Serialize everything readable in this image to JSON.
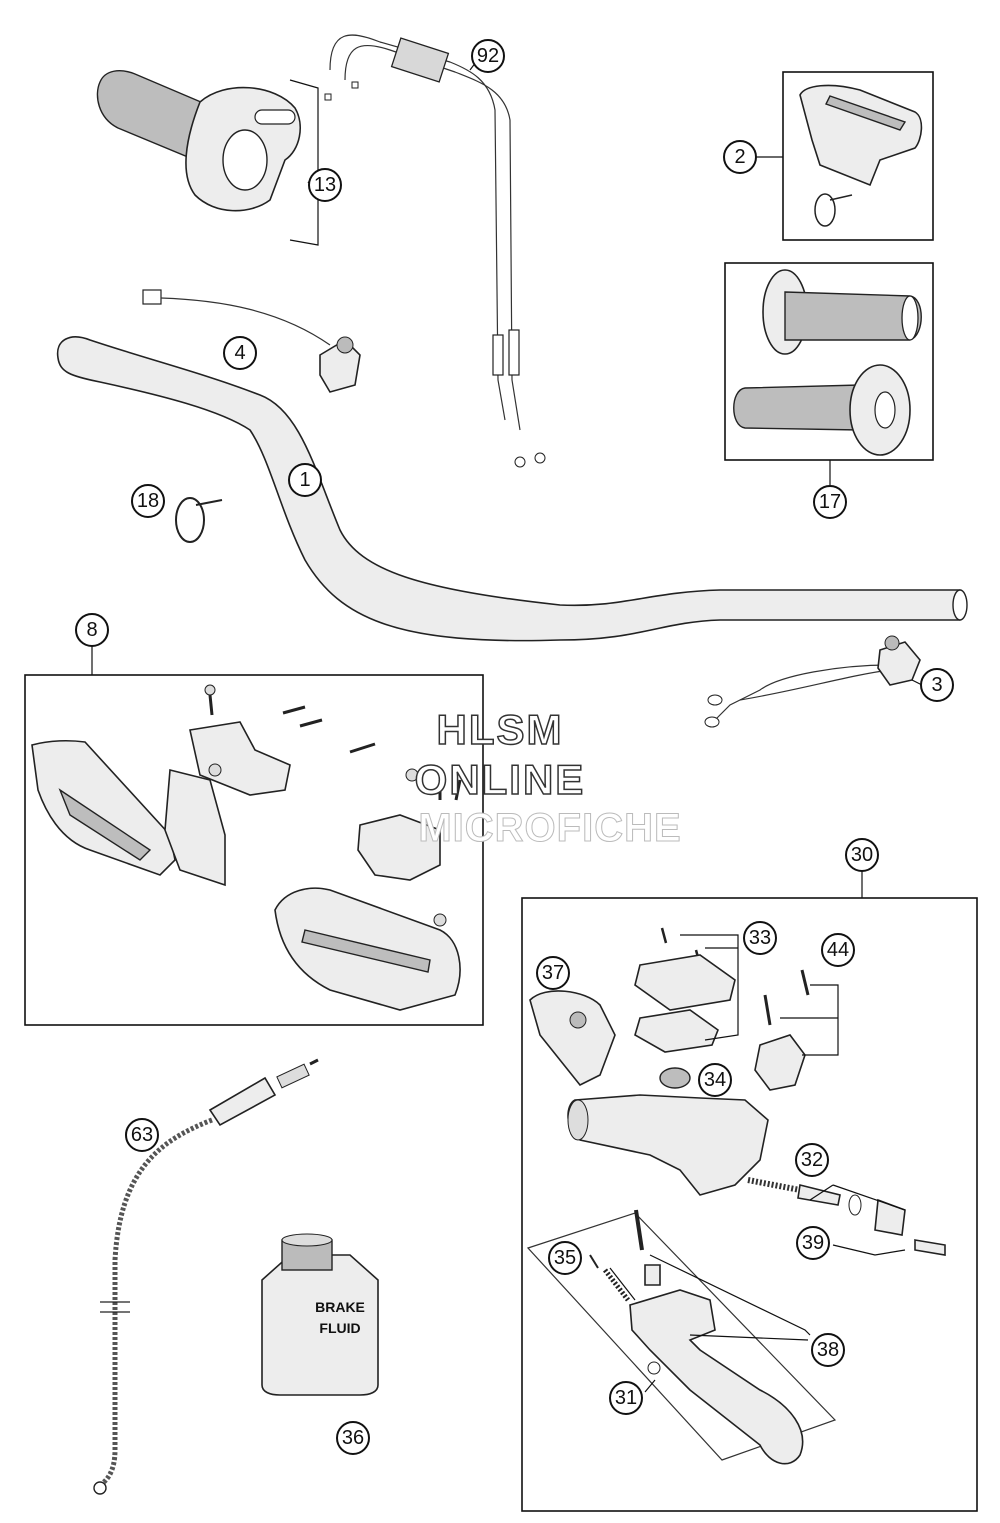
{
  "watermark": {
    "line1": "HLSM",
    "line2": "ONLINE",
    "line3": "MICROFICHE"
  },
  "container_label": {
    "line1": "BRAKE",
    "line2": "FLUID"
  },
  "callouts": [
    "1",
    "2",
    "3",
    "4",
    "8",
    "13",
    "17",
    "18",
    "30",
    "31",
    "32",
    "33",
    "34",
    "35",
    "36",
    "37",
    "38",
    "39",
    "44",
    "63",
    "92"
  ]
}
